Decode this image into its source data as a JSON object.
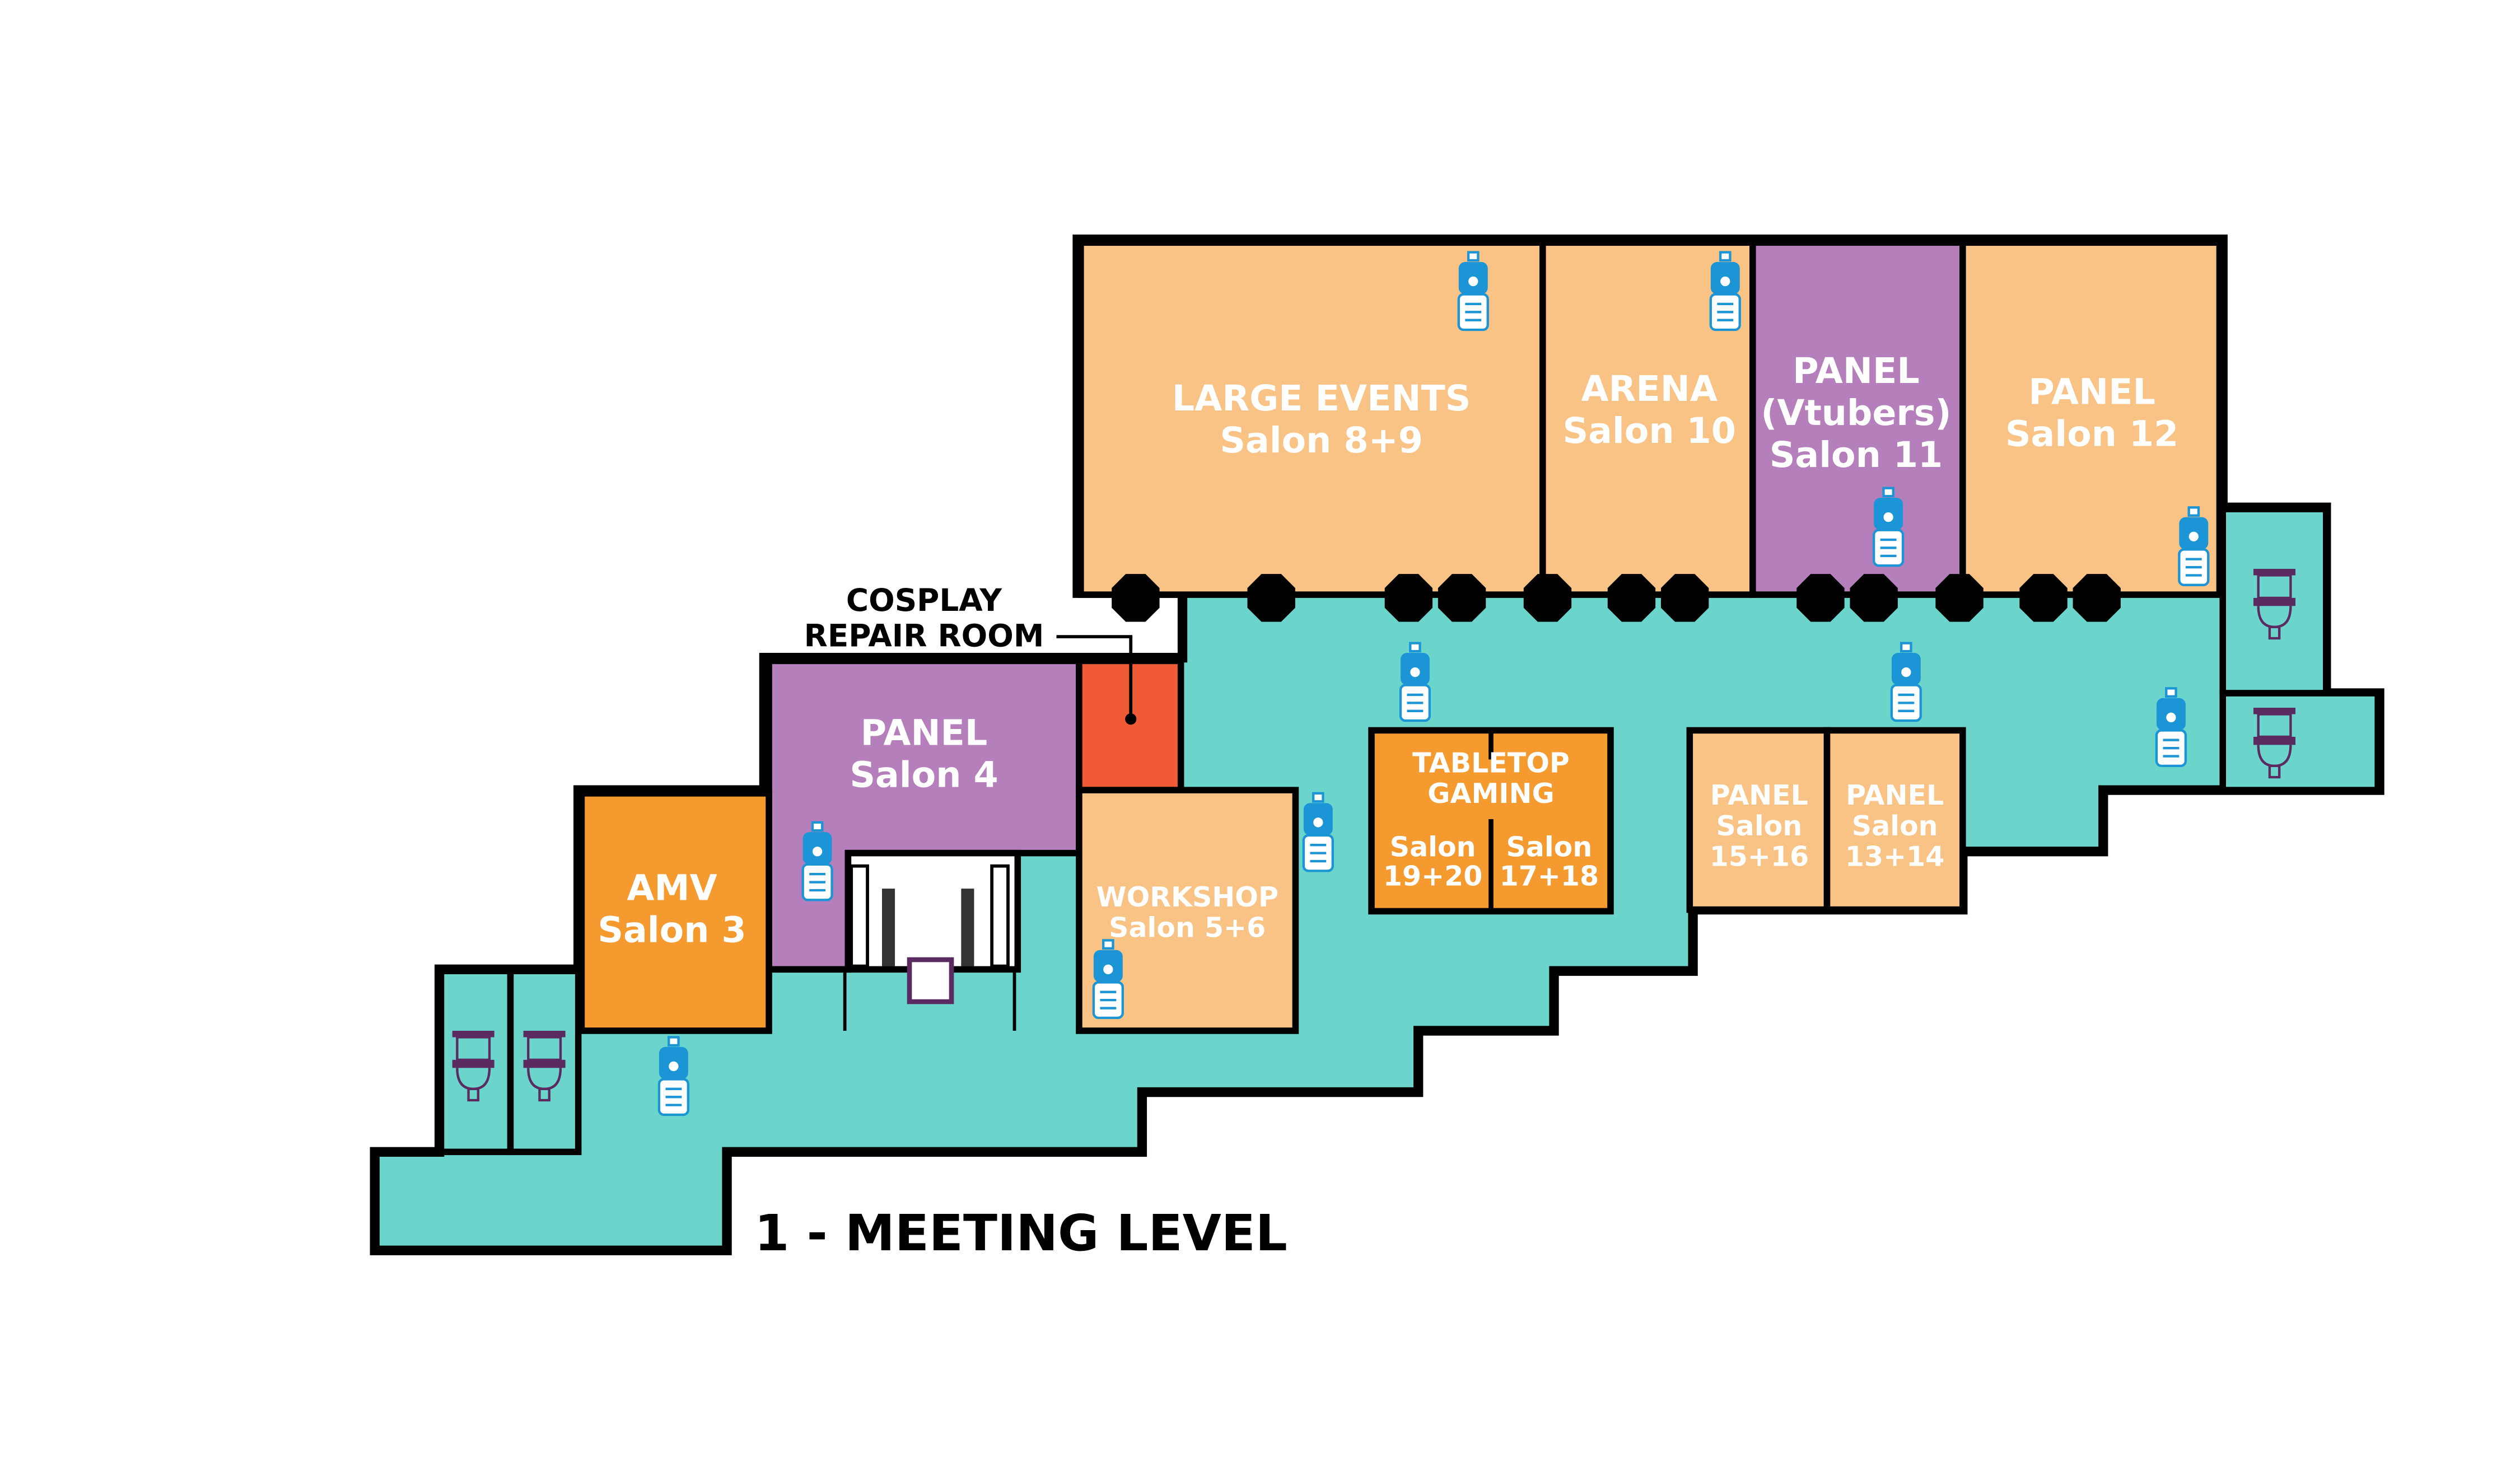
{
  "title": "1 - MEETING LEVEL",
  "colors": {
    "corridor": "#6bd5cb",
    "salon": "#f8c384",
    "panel": "#b57fbb",
    "orange": "#f59a2f",
    "repair": "#f15a37",
    "wall": "#000000",
    "icon_blue": "#1b95d6",
    "icon_purple": "#5a2a60"
  },
  "rooms": {
    "large_events": {
      "l1": "LARGE EVENTS",
      "l2": "Salon 8+9"
    },
    "arena": {
      "l1": "ARENA",
      "l2": "Salon 10"
    },
    "panel_11": {
      "l1": "PANEL",
      "l2": "(Vtubers)",
      "l3": "Salon 11"
    },
    "panel_12": {
      "l1": "PANEL",
      "l2": "Salon 12"
    },
    "panel_4": {
      "l1": "PANEL",
      "l2": "Salon 4"
    },
    "cosplay": {
      "l1": "COSPLAY",
      "l2": "REPAIR ROOM"
    },
    "amv": {
      "l1": "AMV",
      "l2": "Salon 3"
    },
    "workshop": {
      "l1": "WORKSHOP",
      "l2": "Salon 5+6"
    },
    "tabletop": {
      "l1": "TABLETOP",
      "l2": "GAMING",
      "a1": "Salon",
      "a2": "19+20",
      "b1": "Salon",
      "b2": "17+18"
    },
    "panel_15": {
      "l1": "PANEL",
      "l2": "Salon",
      "l3": "15+16"
    },
    "panel_13": {
      "l1": "PANEL",
      "l2": "Salon",
      "l3": "13+14"
    }
  },
  "icons": {
    "water": "water-bottle-icon",
    "restroom": "toilet-icon",
    "elevator": "elevator-icon",
    "stairs": "stairs-icon"
  }
}
